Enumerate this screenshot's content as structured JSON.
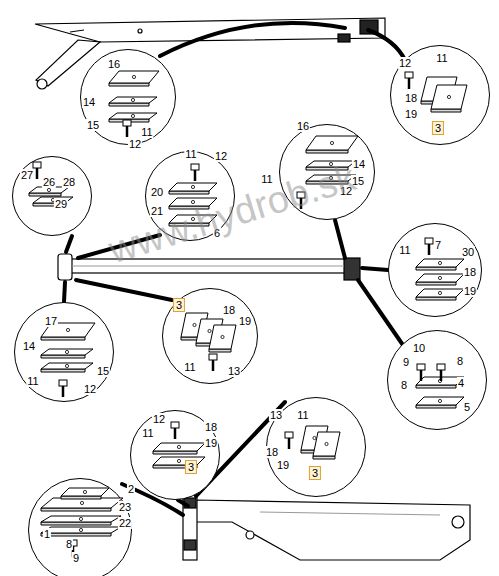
{
  "diagram": {
    "nodes": [
      {
        "text": [
          "16",
          "14",
          "15",
          "11",
          "12"
        ]
      },
      {
        "text": [
          "12",
          "11",
          "18",
          "19",
          "3"
        ]
      },
      {
        "text": [
          "16",
          "14",
          "15",
          "11",
          "12"
        ]
      },
      {
        "text": [
          "27",
          "26",
          "28",
          "29"
        ]
      },
      {
        "text": [
          "11",
          "12",
          "20",
          "21",
          "6"
        ]
      },
      {
        "text": [
          "11",
          "7",
          "30",
          "18",
          "19"
        ]
      },
      {
        "text": [
          "17",
          "14",
          "15",
          "11",
          "12"
        ]
      },
      {
        "text": [
          "3",
          "18",
          "19",
          "11",
          "13"
        ]
      },
      {
        "text": [
          "10",
          "9",
          "8",
          "8",
          "4",
          "5"
        ]
      },
      {
        "text": [
          "12",
          "11",
          "18",
          "19",
          "3"
        ]
      },
      {
        "text": [
          "13",
          "11",
          "18",
          "19",
          "3"
        ]
      },
      {
        "text": [
          "2",
          "23",
          "22",
          "1",
          "8",
          "9"
        ]
      }
    ],
    "labels": [
      "www.hydrob.sk"
    ]
  }
}
